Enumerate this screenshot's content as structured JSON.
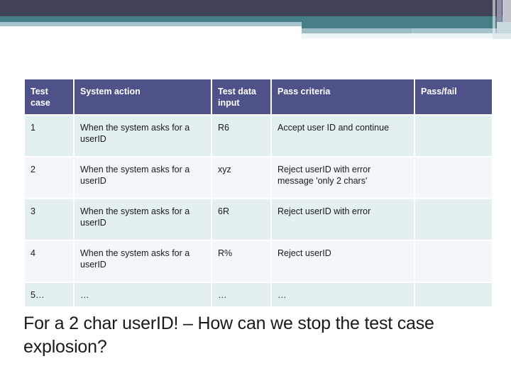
{
  "banner": {
    "colors": {
      "dark": "#414458",
      "teal": "#457f85",
      "light": "#a6c4cb",
      "pale": "#edf4f5",
      "strip_gray": "#c3c3cc",
      "strip_slate": "#8e8fa3"
    }
  },
  "table": {
    "header_bg": "#4e5288",
    "row_odd_bg": "#e4eff0",
    "row_even_bg": "#f2f8fa",
    "columns": [
      "Test case",
      "System action",
      "Test data input",
      "Pass criteria",
      "Pass/fail"
    ],
    "rows": [
      {
        "case": "1",
        "action": "When the system asks for a userID",
        "data": "R6",
        "criteria": "Accept user ID and continue",
        "passfail": ""
      },
      {
        "case": "2",
        "action": "When the system asks for a userID",
        "data": "xyz",
        "criteria": "Reject userID with error message 'only 2 chars'",
        "passfail": ""
      },
      {
        "case": "3",
        "action": "When the system asks for a userID",
        "data": "6R",
        "criteria": "Reject userID with error",
        "passfail": ""
      },
      {
        "case": "4",
        "action": "When the system asks for a userID",
        "data": "R%",
        "criteria": "Reject userID",
        "passfail": ""
      },
      {
        "case": "5…",
        "action": "…",
        "data": "…",
        "criteria": "…",
        "passfail": ""
      }
    ]
  },
  "caption": {
    "text": "For a 2 char userID! – How can we stop the test case explosion?"
  }
}
